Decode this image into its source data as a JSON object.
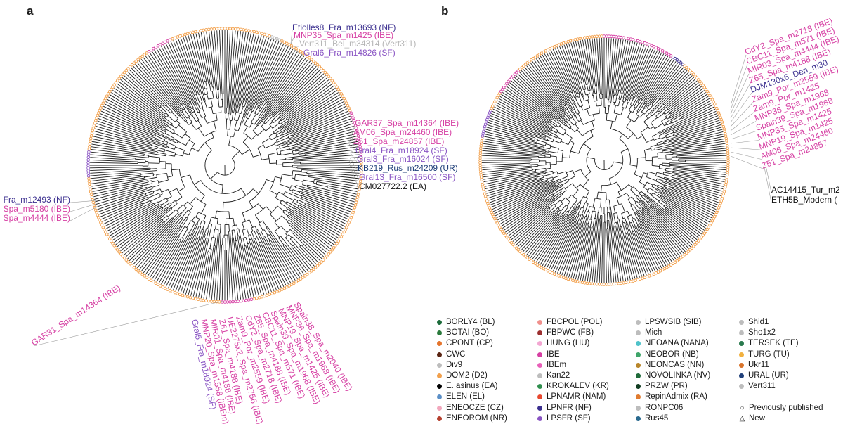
{
  "panels": {
    "a": "a",
    "b": "b"
  },
  "colors": {
    "branch": "#1e1e1e",
    "tip_ring": "#f2a04c",
    "IBE": "#d63fa3",
    "SF": "#8a55c4",
    "NF": "#3b2f8f",
    "UR": "#20407a",
    "EA": "#111111",
    "Vert311": "#b5b5b5",
    "POL": "#f0908c"
  },
  "tree_a": {
    "labels": [
      {
        "text": "Etiolles8_Fra_m13693 (NF)",
        "clade": "NF"
      },
      {
        "text": "MNP35_Spa_m1425 (IBE)",
        "clade": "IBE"
      },
      {
        "text": "Vert311_Bel_m34314 (Vert311)",
        "clade": "Vert311"
      },
      {
        "text": "Gral6_Fra_m14826 (SF)",
        "clade": "SF"
      },
      {
        "text": "GAR37_Spa_m14364 (IBE)",
        "clade": "IBE"
      },
      {
        "text": "AM06_Spa_m24460 (IBE)",
        "clade": "IBE"
      },
      {
        "text": "Z51_Spa_m24857 (IBE)",
        "clade": "IBE"
      },
      {
        "text": "Gral4_Fra_m18924 (SF)",
        "clade": "SF"
      },
      {
        "text": "Gral3_Fra_m16024 (SF)",
        "clade": "SF"
      },
      {
        "text": "KB219_Rus_m24209 (UR)",
        "clade": "UR"
      },
      {
        "text": "Gral13_Fra_m16500 (SF)",
        "clade": "SF"
      },
      {
        "text": "CM027722.2 (EA)",
        "clade": "EA"
      },
      {
        "text": "Fra_m12493 (NF)",
        "clade": "NF"
      },
      {
        "text": "Spa_m5180 (IBE)",
        "clade": "IBE"
      },
      {
        "text": "Spa_m4444 (IBE)",
        "clade": "IBE"
      },
      {
        "text": "GAR31_Spa_m14364 (IBE)",
        "clade": "IBE"
      },
      {
        "text": "Gral5_Fra_m18924 (SF)",
        "clade": "SF"
      },
      {
        "text": "MNP20_Spa_m1558 (IBEm)",
        "clade": "IBE"
      },
      {
        "text": "MIR01_Spa_m4188 (IBE)",
        "clade": "IBE"
      },
      {
        "text": "Z61_Spa_m4188 (IBE)",
        "clade": "IBE"
      },
      {
        "text": "UE2275x2_Spa_m2756 (IBE)",
        "clade": "IBE"
      },
      {
        "text": "Zam9_Por_m2559 (IBE)",
        "clade": "IBE"
      },
      {
        "text": "CdY2_Spa_m2718 (IBE)",
        "clade": "IBE"
      },
      {
        "text": "Z65_Spa_m4188 (IBE)",
        "clade": "IBE"
      },
      {
        "text": "CBC11_Spa_m571 (IBE)",
        "clade": "IBE"
      },
      {
        "text": "Spain39_Spa_m1968 (IBE)",
        "clade": "IBE"
      },
      {
        "text": "MNP19_Spa_m1425 (IBE)",
        "clade": "IBE"
      },
      {
        "text": "MNP36_Spa_m1968 (IBE)",
        "clade": "IBE"
      },
      {
        "text": "Spain38_Spa_m2040 (IBE)",
        "clade": "IBE"
      }
    ]
  },
  "tree_b": {
    "labels": [
      {
        "text": "CdY2_Spa_m2718 (IBE)",
        "clade": "IBE"
      },
      {
        "text": "CBC11_Spa_m571 (IBE)",
        "clade": "IBE"
      },
      {
        "text": "MIR03_Spa_m4444 (IBE)",
        "clade": "IBE"
      },
      {
        "text": "Z65_Spa_m4188 (IBE)",
        "clade": "IBE"
      },
      {
        "text": "DJM130x6_Den_m30",
        "clade": "NF"
      },
      {
        "text": "Zam9_Por_m2559 (IBE)",
        "clade": "IBE"
      },
      {
        "text": "Zam9_Por_m1425",
        "clade": "IBE"
      },
      {
        "text": "MNP36_Spa_m1968",
        "clade": "IBE"
      },
      {
        "text": "Spain39_Spa_m1968",
        "clade": "IBE"
      },
      {
        "text": "MNP35_Spa_m1425",
        "clade": "IBE"
      },
      {
        "text": "MNP19_Spa_m1425",
        "clade": "IBE"
      },
      {
        "text": "AM06_Spa_m24460",
        "clade": "IBE"
      },
      {
        "text": "Z51_Spa_m24857",
        "clade": "IBE"
      },
      {
        "text": "AC14415_Tur_m2",
        "clade": "EA"
      },
      {
        "text": "ETH5B_Modern (",
        "clade": "EA"
      }
    ]
  },
  "legend": {
    "columns": [
      [
        {
          "label": "BORLY4 (BL)",
          "color": "#1b6b3a",
          "icon": "dot"
        },
        {
          "label": "BOTAI (BO)",
          "color": "#2a7a3c",
          "icon": "dot"
        },
        {
          "label": "CPONT (CP)",
          "color": "#e5742c",
          "icon": "dot"
        },
        {
          "label": "CWC",
          "color": "#5a2412",
          "icon": "dot"
        },
        {
          "label": "Div9",
          "color": "#bdbdbd",
          "icon": "dot"
        },
        {
          "label": "DOM2 (D2)",
          "color": "#f2a04c",
          "icon": "dot"
        },
        {
          "label": "E. asinus (EA)",
          "color": "#000000",
          "icon": "dot"
        },
        {
          "label": "ELEN (EL)",
          "color": "#5b8fc7",
          "icon": "dot"
        },
        {
          "label": "ENEOCZE (CZ)",
          "color": "#f2a7bd",
          "icon": "dot"
        },
        {
          "label": "ENEOROM (NR)",
          "color": "#b5402e",
          "icon": "dot"
        }
      ],
      [
        {
          "label": "FBCPOL (POL)",
          "color": "#f0908c",
          "icon": "dot"
        },
        {
          "label": "FBPWC (FB)",
          "color": "#9c2f2f",
          "icon": "dot"
        },
        {
          "label": "HUNG (HU)",
          "color": "#f3a6d2",
          "icon": "dot"
        },
        {
          "label": "IBE",
          "color": "#d63fa3",
          "icon": "dot"
        },
        {
          "label": "IBEm",
          "color": "#e85fb9",
          "icon": "dot"
        },
        {
          "label": "Kan22",
          "color": "#bdbdbd",
          "icon": "dot"
        },
        {
          "label": "KROKALEV (KR)",
          "color": "#2f8f4e",
          "icon": "dot"
        },
        {
          "label": "LPNAMR (NAM)",
          "color": "#e8482f",
          "icon": "dot"
        },
        {
          "label": "LPNFR (NF)",
          "color": "#3b2f8f",
          "icon": "dot"
        },
        {
          "label": "LPSFR (SF)",
          "color": "#8a55c4",
          "icon": "dot"
        }
      ],
      [
        {
          "label": "LPSWSIB (SIB)",
          "color": "#bdbdbd",
          "icon": "dot"
        },
        {
          "label": "Mich",
          "color": "#bdbdbd",
          "icon": "dot"
        },
        {
          "label": "NEOANA (NANA)",
          "color": "#4fc2c9",
          "icon": "dot"
        },
        {
          "label": "NEOBOR (NB)",
          "color": "#3fa56a",
          "icon": "dot"
        },
        {
          "label": "NEONCAS (NN)",
          "color": "#b8862a",
          "icon": "dot"
        },
        {
          "label": "NOVOLINKA (NV)",
          "color": "#1f6b3a",
          "icon": "dot"
        },
        {
          "label": "PRZW (PR)",
          "color": "#123d22",
          "icon": "dot"
        },
        {
          "label": "RepinAdmix (RA)",
          "color": "#e07b30",
          "icon": "dot"
        },
        {
          "label": "RONPC06",
          "color": "#bdbdbd",
          "icon": "dot"
        },
        {
          "label": "Rus45",
          "color": "#2a6a8f",
          "icon": "dot"
        }
      ],
      [
        {
          "label": "Shid1",
          "color": "#bdbdbd",
          "icon": "dot"
        },
        {
          "label": "Sho1x2",
          "color": "#bdbdbd",
          "icon": "dot"
        },
        {
          "label": "TERSEK (TE)",
          "color": "#2a7a4e",
          "icon": "dot"
        },
        {
          "label": "TURG (TU)",
          "color": "#f2b13f",
          "icon": "dot"
        },
        {
          "label": "Ukr11",
          "color": "#d9742b",
          "icon": "dot"
        },
        {
          "label": "URAL (UR)",
          "color": "#20407a",
          "icon": "dot"
        },
        {
          "label": "Vert311",
          "color": "#bdbdbd",
          "icon": "dot"
        },
        {
          "label": "",
          "color": "#ffffff",
          "icon": "none"
        },
        {
          "label": "Previously published",
          "color": "#333333",
          "icon": "circle"
        },
        {
          "label": "New",
          "color": "#333333",
          "icon": "triangle"
        }
      ]
    ]
  }
}
